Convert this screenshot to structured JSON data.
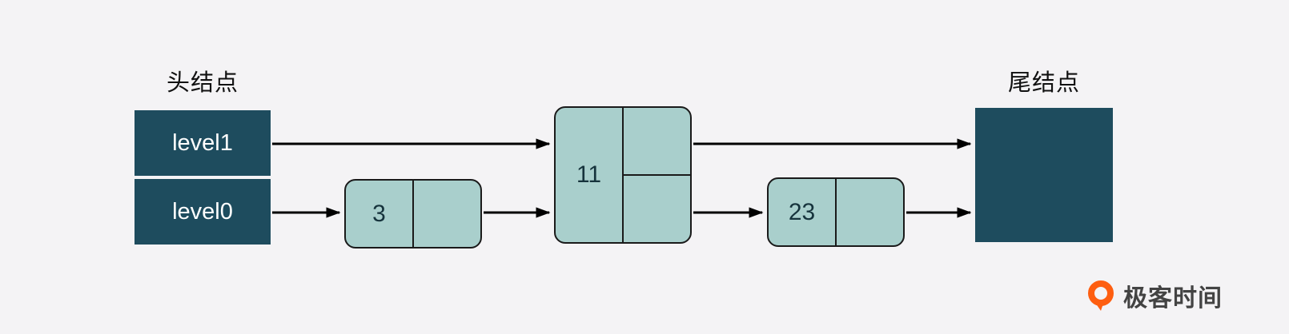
{
  "diagram": {
    "head": {
      "label": "头结点",
      "levels": [
        "level1",
        "level0"
      ]
    },
    "tail": {
      "label": "尾结点"
    },
    "nodes": [
      {
        "value": "3",
        "levels": 1
      },
      {
        "value": "11",
        "levels": 2
      },
      {
        "value": "23",
        "levels": 1
      }
    ]
  },
  "logo": {
    "text": "极客时间"
  },
  "colors": {
    "dark_teal": "#1e4c5e",
    "light_teal": "#a9cfcc",
    "background": "#f4f3f5",
    "border": "#1a1a1a",
    "arrow": "#000000",
    "logo_orange": "#fe5e10",
    "text_dark": "#16333c"
  }
}
